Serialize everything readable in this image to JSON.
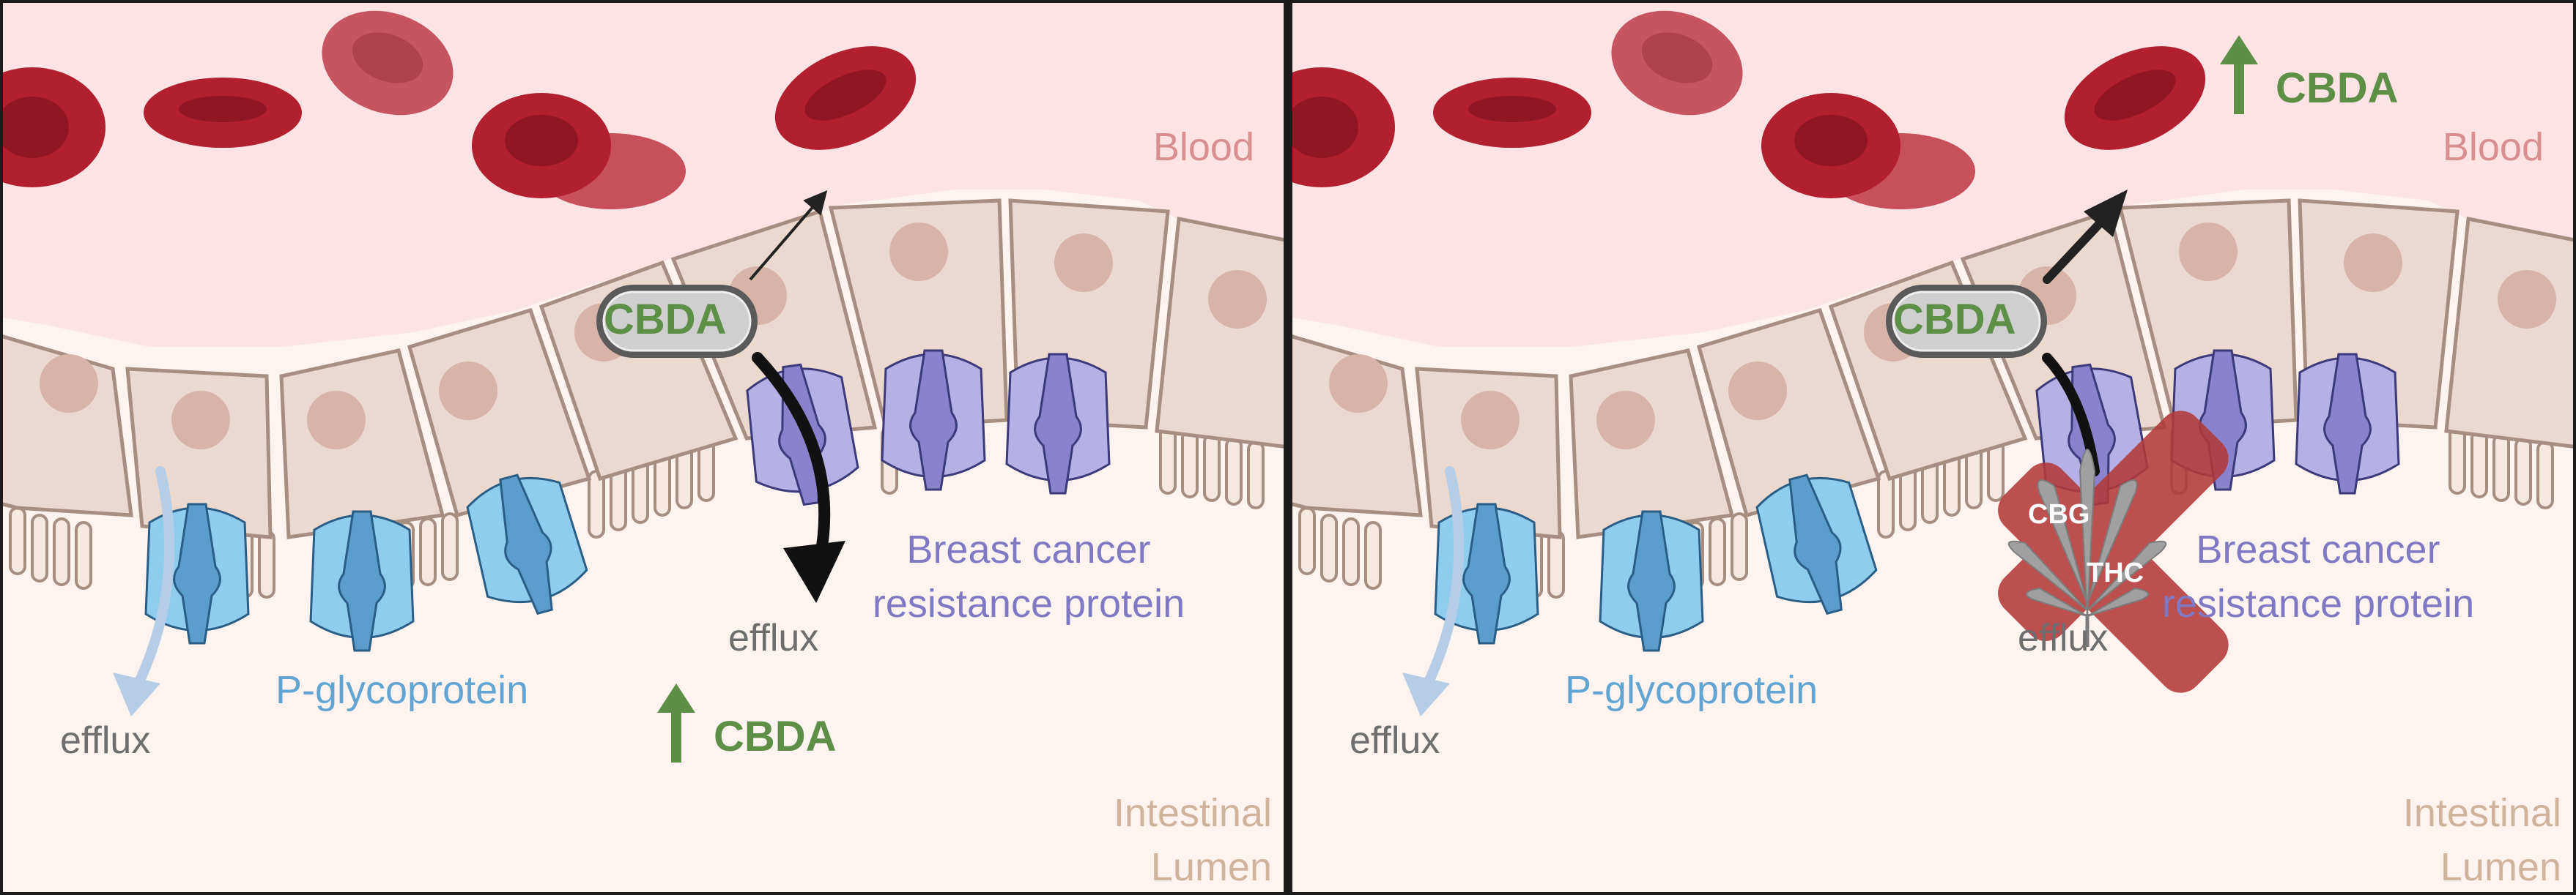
{
  "panels": [
    {
      "blood_label": "Blood",
      "lumen_label": [
        "Intestinal",
        "Lumen"
      ],
      "pgp_label": "P-glycoprotein",
      "bcrp_label": [
        "Breast cancer",
        "resistance protein"
      ],
      "efflux_pgp": "efflux",
      "efflux_bcrp": "efflux",
      "cbda_pill": "CBDA",
      "cbda_up": "CBDA"
    },
    {
      "blood_label": "Blood",
      "lumen_label": [
        "Intestinal",
        "Lumen"
      ],
      "pgp_label": "P-glycoprotein",
      "bcrp_label": [
        "Breast cancer",
        "resistance protein"
      ],
      "efflux_pgp": "efflux",
      "efflux_bcrp": "efflux",
      "cbda_pill": "CBDA",
      "cbda_up": "CBDA",
      "inhibitors": [
        "CBG",
        "THC"
      ]
    }
  ],
  "colors": {
    "blood_bg": "#fde3e3",
    "lumen_bg": "#fef3ee",
    "cell": "#ebd8cf",
    "cell_border": "#a88e80",
    "nucleus": "#d7b4a7",
    "rbc": "#b0202f",
    "pgp": "#8fcdee",
    "bcrp": "#b5b0e5",
    "cbda_green": "#5e8f47",
    "inhibit_red": "#b23a3a"
  }
}
